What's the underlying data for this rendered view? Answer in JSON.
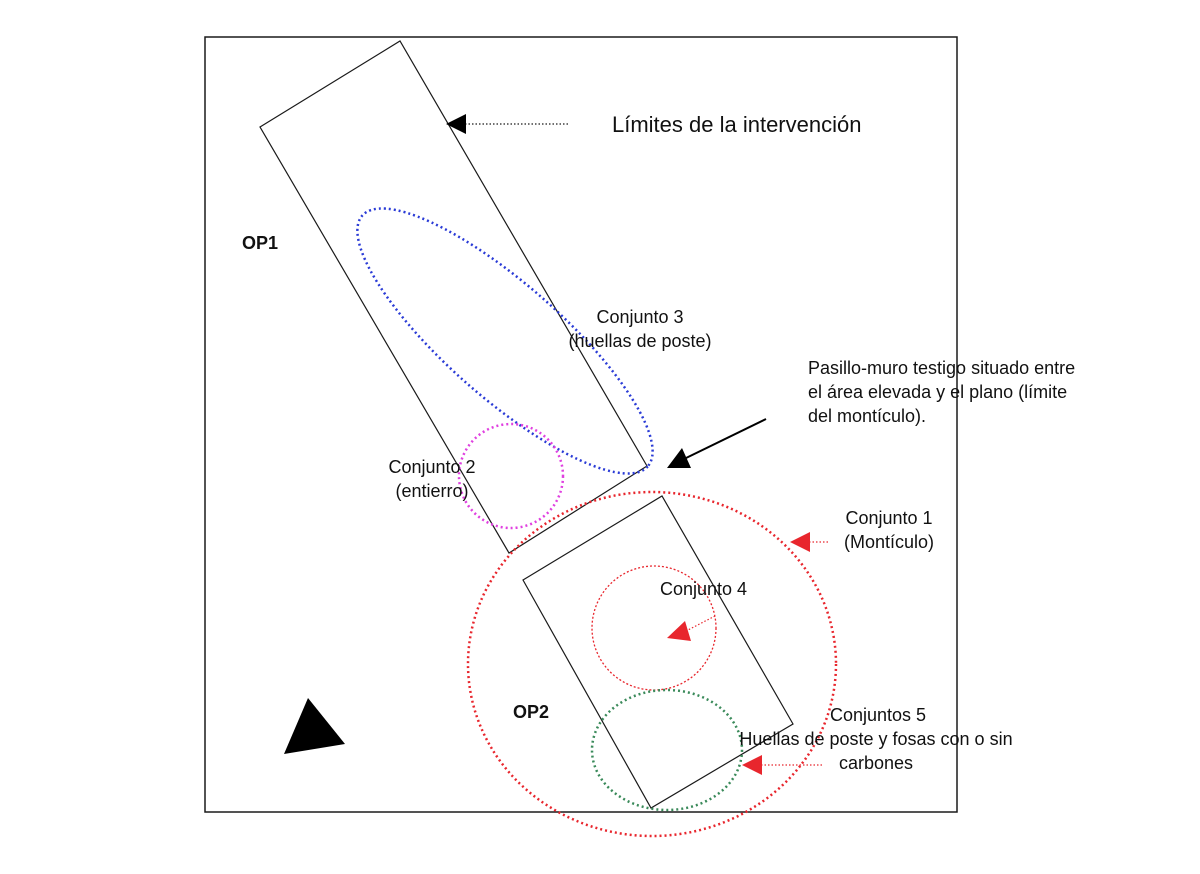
{
  "diagram": {
    "colors": {
      "stroke": "#1a1a1a",
      "conjunto_1": "#e8262d",
      "conjunto_2": "#e040e0",
      "conjunto_3": "#2a3bd6",
      "conjunto_4": "#e8262d",
      "conjunto_5": "#3a8a5a",
      "pointer": "#e8262d",
      "arrow": "#000000"
    },
    "labels": {
      "limites": "Límites de la intervención",
      "op1": "OP1",
      "op2": "OP2",
      "conjunto3_line1": "Conjunto 3",
      "conjunto3_line2": "(huellas de poste)",
      "pasillo_line1": "Pasillo-muro testigo situado entre",
      "pasillo_line2": "el área elevada y el plano (límite",
      "pasillo_line3": "del montículo).",
      "conjunto2_line1": "Conjunto 2",
      "conjunto2_line2": "(entierro)",
      "conjunto1_line1": "Conjunto 1",
      "conjunto1_line2": "(Montículo)",
      "conjunto4": "Conjunto 4",
      "conjuntos5_line1": "Conjuntos 5",
      "conjuntos5_line2": "Huellas de poste y fosas con o sin",
      "conjuntos5_line3": "carbones"
    },
    "icons": {
      "north_arrow": "north-arrow-icon",
      "pointer": "arrowhead-icon"
    }
  }
}
